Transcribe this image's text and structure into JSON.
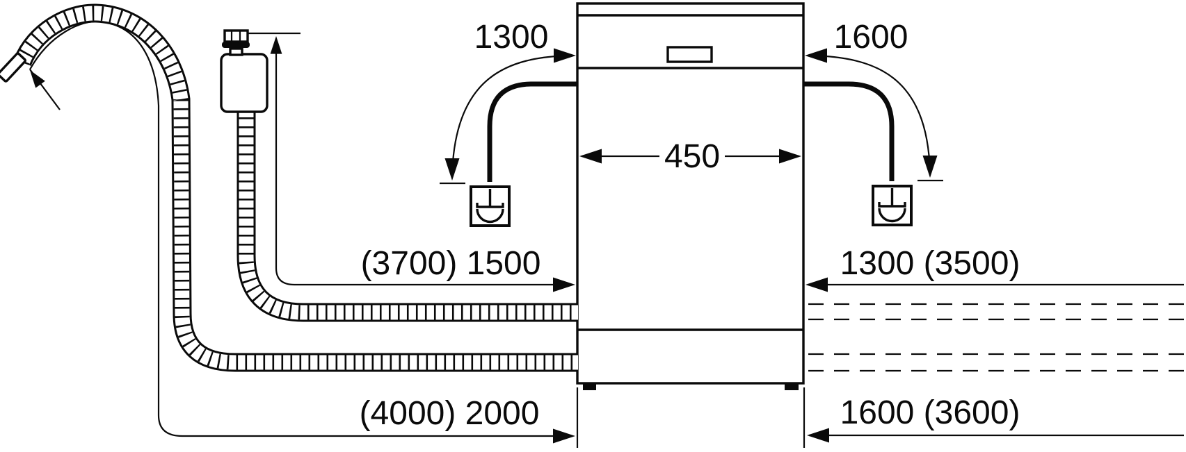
{
  "page": {
    "description": "Dishwasher installation diagram with hose, cable and clearance lengths in mm",
    "background": "#ffffff",
    "line_color": "#0a0a0a"
  },
  "dimensions": {
    "power_cord_left": "1300",
    "power_cord_right": "1600",
    "appliance_width": "450",
    "inlet_hose_left": "(3700) 1500",
    "inlet_hose_right": "1300 (3500)",
    "drain_hose_left": "(4000) 2000",
    "drain_hose_right": "1600 (3600)"
  },
  "icons": {
    "left_socket": "power-socket-symbol",
    "right_socket": "power-socket-symbol",
    "tap_connector": "threaded-tap-connector",
    "valve_box": "aquastop-valve-box",
    "drain_hose_end": "drain-hose-hook-end"
  }
}
